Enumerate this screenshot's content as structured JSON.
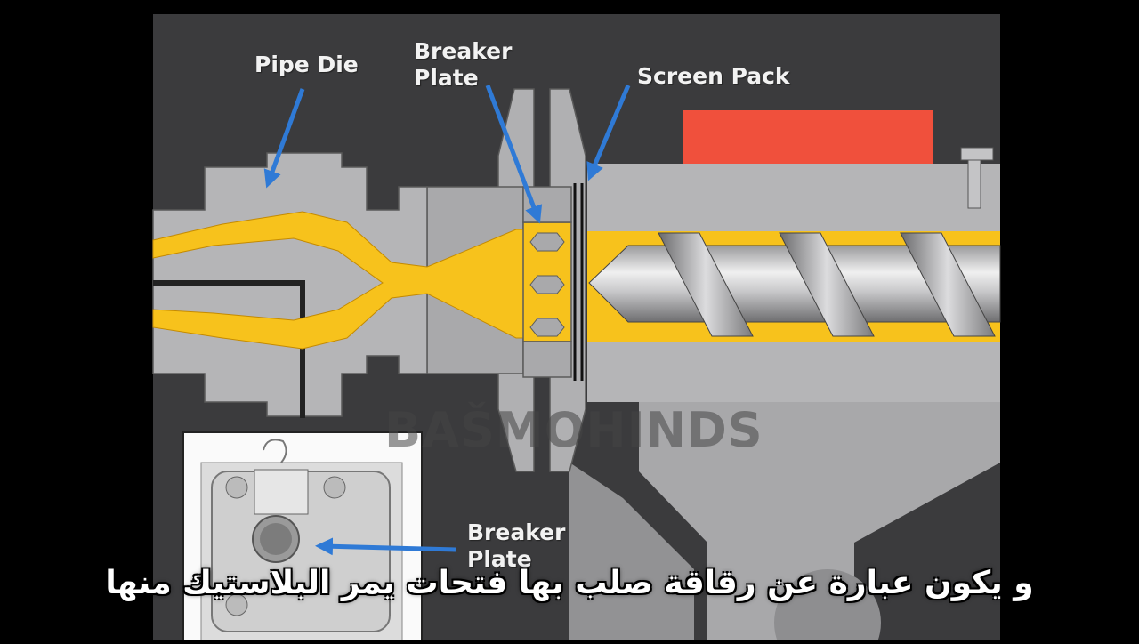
{
  "diagram": {
    "labels": {
      "pipe_die": "Pipe Die",
      "breaker_plate_top_line1": "Breaker",
      "breaker_plate_top_line2": "Plate",
      "screen_pack": "Screen Pack",
      "breaker_plate_photo_line1": "Breaker",
      "breaker_plate_photo_line2": "Plate"
    },
    "watermark": "BAŠMOHINDS",
    "colors": {
      "background": "#000000",
      "panel": "#3a3a3c",
      "metal": "#b5b5b7",
      "metal_dark": "#8e8e90",
      "melt": "#f7c21c",
      "heater": "#f0503c",
      "arrow": "#2f7ad6"
    }
  },
  "subtitle": {
    "text": "و يكون عبارة عن رقاقة صلب بها فتحات يمر البلاستيك منها"
  }
}
